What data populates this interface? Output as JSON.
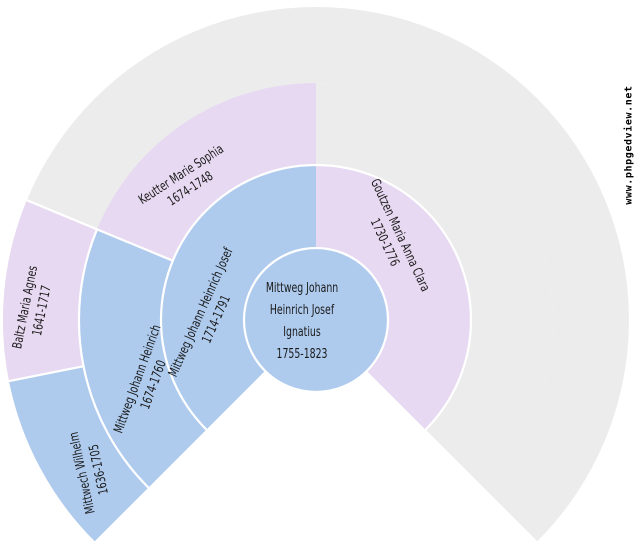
{
  "chart": {
    "type": "fan-chart",
    "generations_shown": 4,
    "people": {
      "center": {
        "name_lines": [
          "Mittweg Johann",
          "Heinrich Josef",
          "Ignatius"
        ],
        "full_name": "Mittweg Johann Heinrich Josef Ignatius",
        "dates": "1755-1823"
      },
      "father": {
        "name": "Mittweg Johann Heinrich Josef",
        "dates": "1714-1791"
      },
      "mother": {
        "name": "Goutzen Maria Anna Clara",
        "dates": "1730-1776"
      },
      "paternal_grandfather": {
        "name": "Mittweg Johann Heinrich",
        "dates": "1674-1760"
      },
      "paternal_grandmother": {
        "name": "Keutter Marie Sophia",
        "dates": "1674-1748"
      },
      "paternal_great_grandfather": {
        "name": "Mittwech Wilhelm",
        "dates": "1636-1705"
      },
      "paternal_great_grandmother": {
        "name": "Baltz Maria Agnes",
        "dates": "1641-1717"
      }
    },
    "colors": {
      "male": "#AECBEE",
      "female": "#E7D9F1",
      "empty": "#ECECEC",
      "border": "#FFFFFF",
      "text": "#1A1A1A"
    },
    "watermark": "www.phpgedview.net"
  }
}
